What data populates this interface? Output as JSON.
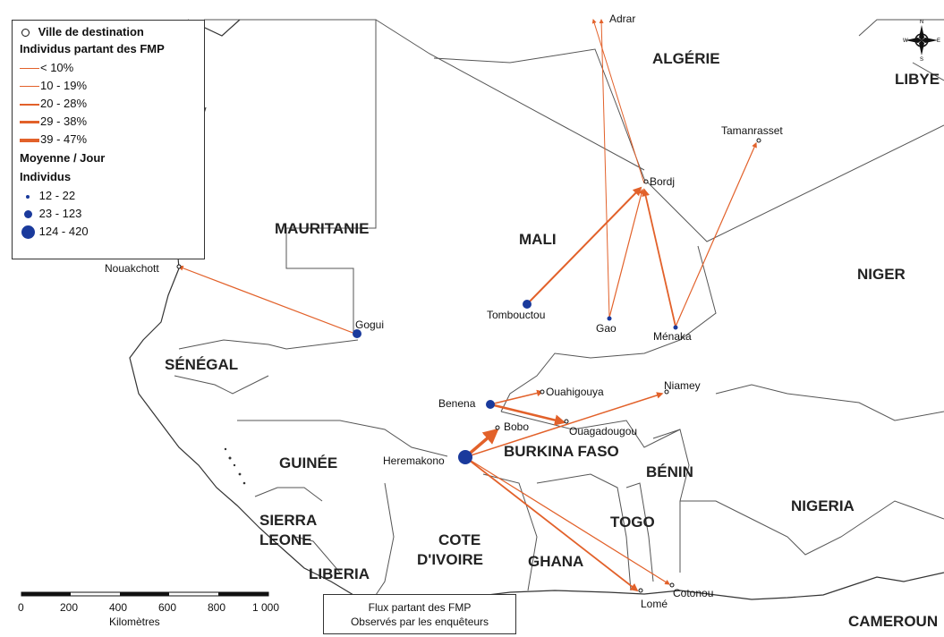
{
  "countries": {
    "algerie": "ALGÉRIE",
    "libye": "LIBYE",
    "mauritanie": "MAURITANIE",
    "mali": "MALI",
    "niger": "NIGER",
    "senegal": "SÉNÉGAL",
    "burkina": "BURKINA FASO",
    "guinee": "GUINÉE",
    "benin": "BÉNIN",
    "nigeria": "NIGERIA",
    "sierra_leone": [
      "SIERRA",
      "LEONE"
    ],
    "cote_ivoire": [
      "COTE",
      "D'IVOIRE"
    ],
    "togo": "TOGO",
    "ghana": "GHANA",
    "liberia": "LIBERIA",
    "cameroun": "CAMEROUN"
  },
  "cities": {
    "adrar": "Adrar",
    "bordj": "Bordj",
    "tamanrasset": "Tamanrasset",
    "nouakchott": "Nouakchott",
    "gogui": "Gogui",
    "tombouctou": "Tombouctou",
    "gao": "Gao",
    "menaka": "Ménaka",
    "ouahigouya": "Ouahigouya",
    "niamey": "Niamey",
    "benena": "Benena",
    "bobo": "Bobo",
    "ouagadougou": "Ouagadougou",
    "heremakono": "Heremakono",
    "lome": "Lomé",
    "cotonou": "Cotonou"
  },
  "legend": {
    "destination": "Ville de destination",
    "flow_title": "Individus partant des FMP",
    "flow_classes": [
      "< 10%",
      "10 - 19%",
      "20 - 28%",
      "29 - 38%",
      "39 - 47%"
    ],
    "avg_title_1": "Moyenne / Jour",
    "avg_title_2": "Individus",
    "avg_classes": [
      "12 - 22",
      "23 - 123",
      "124 - 420"
    ]
  },
  "scale": {
    "ticks": [
      "0",
      "200",
      "400",
      "600",
      "800",
      "1 000"
    ],
    "unit": "Kilomètres"
  },
  "credit": {
    "line1": "Flux partant des FMP",
    "line2": "Observés par les enquêteurs"
  },
  "compass": {
    "n": "N",
    "s": "S",
    "e": "E",
    "w": "W"
  },
  "colors": {
    "flow": "#e2612a",
    "origin_dot": "#1a3a9c",
    "border": "#555555",
    "coast": "#333333"
  }
}
